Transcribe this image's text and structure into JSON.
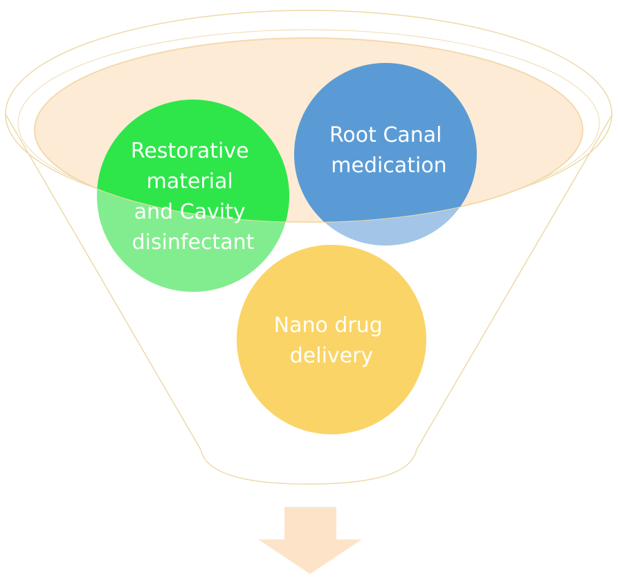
{
  "diagram": {
    "circles": [
      {
        "id": "restorative",
        "lines": [
          "Restorative",
          "material",
          "and Cavity",
          "disinfectant"
        ],
        "color": "#2ee64a"
      },
      {
        "id": "root-canal",
        "lines": [
          "Root Canal",
          "medication"
        ],
        "color": "#5b9bd5"
      },
      {
        "id": "nano",
        "lines": [
          "Nano drug",
          "delivery"
        ],
        "color": "#fad466"
      }
    ],
    "colors": {
      "funnel_outline": "#ecd9a6",
      "funnel_rim_fill": "#fdebd6",
      "arrow": "#fde4c8"
    }
  }
}
